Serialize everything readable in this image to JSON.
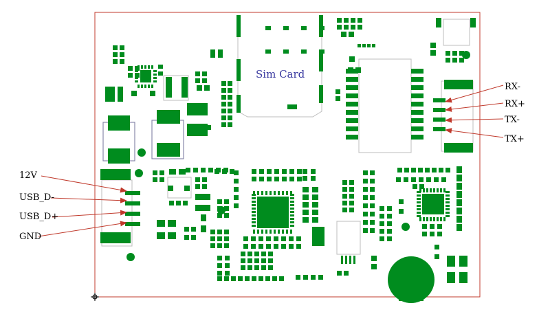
{
  "colors": {
    "pad": "#008c1e",
    "outline": "#bdbdbd",
    "board_edge": "#c0392b",
    "arrow": "#c0392b",
    "text": "#000000",
    "sim_text": "#3a3aa0"
  },
  "labels": {
    "sim_card": "Sim Card",
    "pwr_12v": "12V",
    "usb_d_minus": "USB_D-",
    "usb_d_plus": "USB_D+",
    "gnd": "GND",
    "rx_minus": "RX-",
    "rx_plus": "RX+",
    "tx_minus": "TX-",
    "tx_plus": "TX+"
  }
}
